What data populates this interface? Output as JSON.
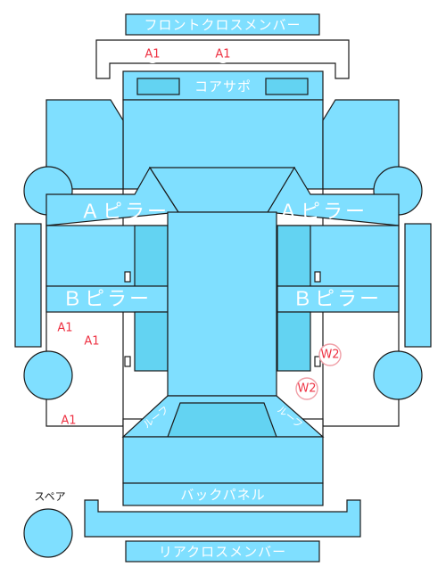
{
  "colors": {
    "panel": "#7fdfff",
    "panel_dark": "#63d3f2",
    "outline": "#1a1a1a",
    "label": "#ffffff",
    "damage_mark": "#ee3344"
  },
  "parts": {
    "front_cross_member": "フロントクロスメンバー",
    "radiator_support": "コアサポ",
    "a_pillar_left": "Ａピラー",
    "a_pillar_right": "Ａピラー",
    "b_pillar_left": "Ｂピラー",
    "b_pillar_right": "Ｂピラー",
    "rear_panel": "バックパネル",
    "rear_cross_member": "リアクロスメンバー",
    "spare": "スペア",
    "rear_left_tag": "ルーフ",
    "rear_right_tag": "ルーフ"
  },
  "damage_marks": {
    "front_left": "A1",
    "front_right": "A1",
    "left_side_upper": "A1",
    "left_side_lower": "A1",
    "left_rear": "A1",
    "right_side_upper": "W2",
    "right_side_lower": "W2"
  }
}
